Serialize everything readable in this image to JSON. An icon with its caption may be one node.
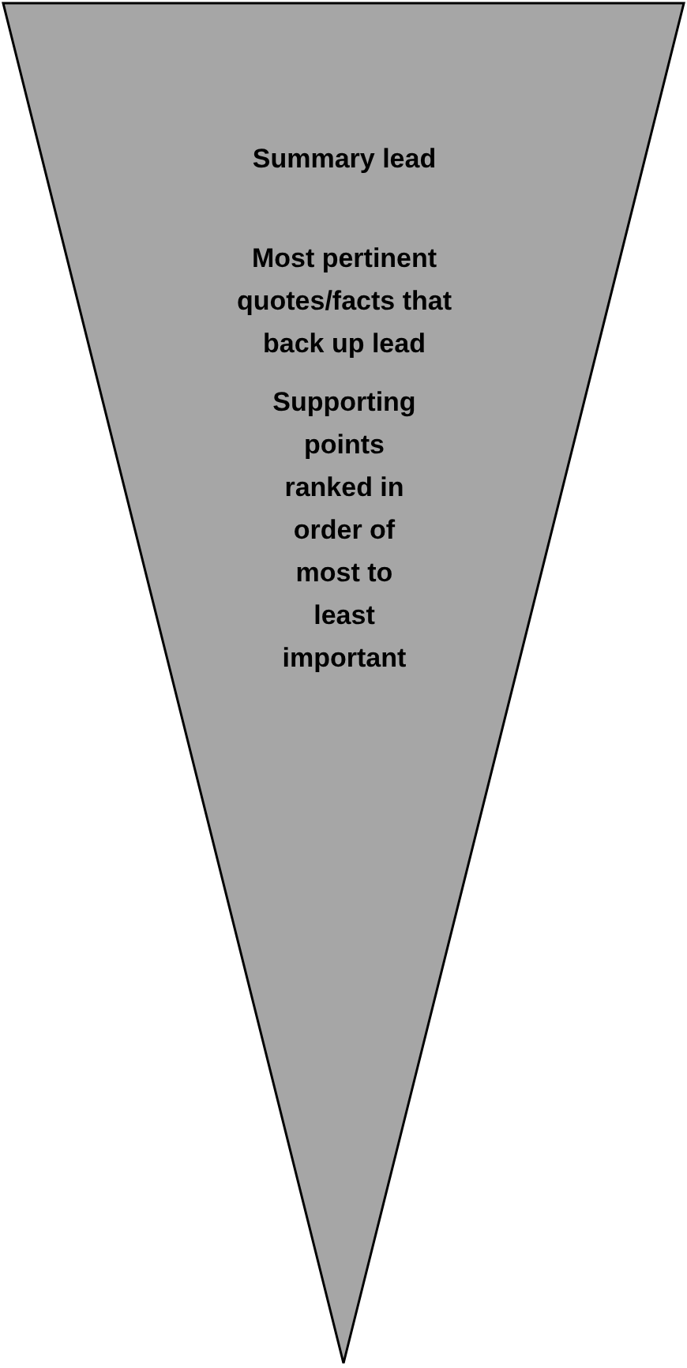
{
  "diagram": {
    "nodes": [
      {
        "text": [
          "Summary lead",
          "Most pertinent quotes/facts that back up lead",
          "Supporting points ranked in order of most to least important"
        ]
      }
    ]
  }
}
